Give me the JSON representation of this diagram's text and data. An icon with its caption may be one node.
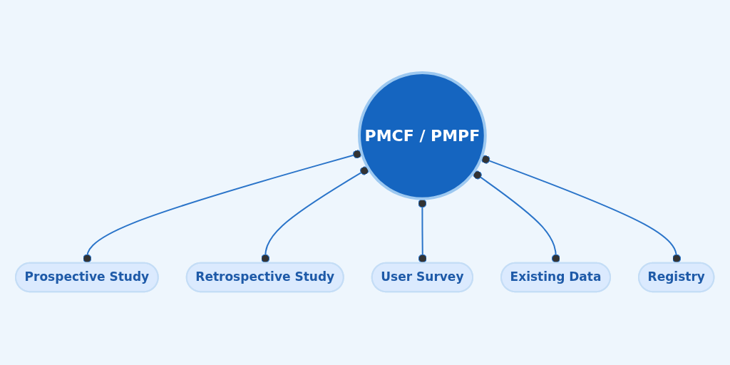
{
  "diagram": {
    "nodes": [
      {
        "text": [
          "PMCF / PMPF"
        ]
      },
      {
        "text": [
          "Prospective Study"
        ]
      },
      {
        "text": [
          "Retrospective Study"
        ]
      },
      {
        "text": [
          "User Survey"
        ]
      },
      {
        "text": [
          "Existing Data"
        ]
      },
      {
        "text": [
          "Registry"
        ]
      }
    ],
    "edges": [
      {
        "from": 0,
        "to": 1,
        "arrow": "other"
      },
      {
        "from": 0,
        "to": 2,
        "arrow": "other"
      },
      {
        "from": 0,
        "to": 3,
        "arrow": "other"
      },
      {
        "from": 0,
        "to": 4,
        "arrow": "other"
      },
      {
        "from": 0,
        "to": 5,
        "arrow": "other"
      }
    ]
  }
}
